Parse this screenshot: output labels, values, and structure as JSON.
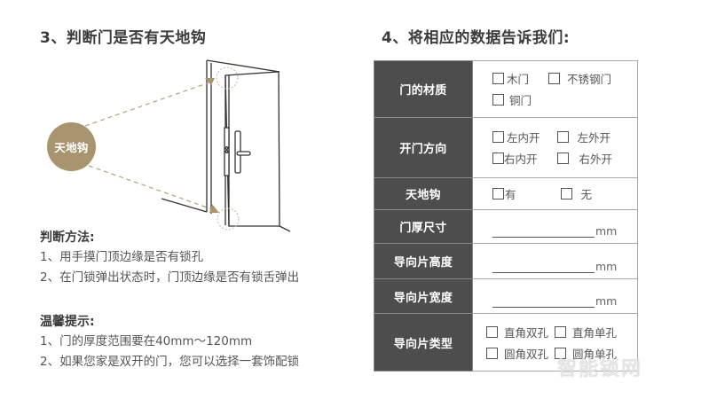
{
  "left": {
    "title": "3、判断门是否有天地钩",
    "badge_label": "天地钩",
    "method": {
      "heading": "判断方法:",
      "lines": [
        "1、用手摸门顶边缘是否有锁孔",
        "2、在门锁弹出状态时，门顶边缘是否有锁舌弹出"
      ]
    },
    "tips": {
      "heading": "温馨提示:",
      "lines": [
        "1、门的厚度范围要在40mm～120mm",
        "2、如果您家是双开的门，您可以选择一套饰配锁"
      ]
    }
  },
  "right": {
    "title": "4、将相应的数据告诉我们:",
    "rows": [
      {
        "label": "门的材质",
        "type": "options",
        "option_rows": [
          [
            "木门",
            "不锈钢门"
          ],
          [
            "铜门"
          ]
        ]
      },
      {
        "label": "开门方向",
        "type": "options",
        "option_rows": [
          [
            "左内开",
            "左外开"
          ],
          [
            "右内开",
            "右外开"
          ]
        ]
      },
      {
        "label": "天地钩",
        "type": "options",
        "option_rows": [
          [
            "有",
            "无"
          ]
        ]
      },
      {
        "label": "门厚尺寸",
        "type": "measure",
        "unit": "mm"
      },
      {
        "label": "导向片高度",
        "type": "measure",
        "unit": "mm"
      },
      {
        "label": "导向片宽度",
        "type": "measure",
        "unit": "mm"
      },
      {
        "label": "导向片类型",
        "type": "options",
        "option_rows": [
          [
            "直角双孔",
            "直角单孔"
          ],
          [
            "圆角双孔",
            "圆角单孔"
          ]
        ]
      }
    ]
  },
  "watermark": "智能锁网",
  "colors": {
    "accent_gold": "#a8946e",
    "label_bg": "#4d4d4d",
    "text": "#4a4a4a"
  }
}
